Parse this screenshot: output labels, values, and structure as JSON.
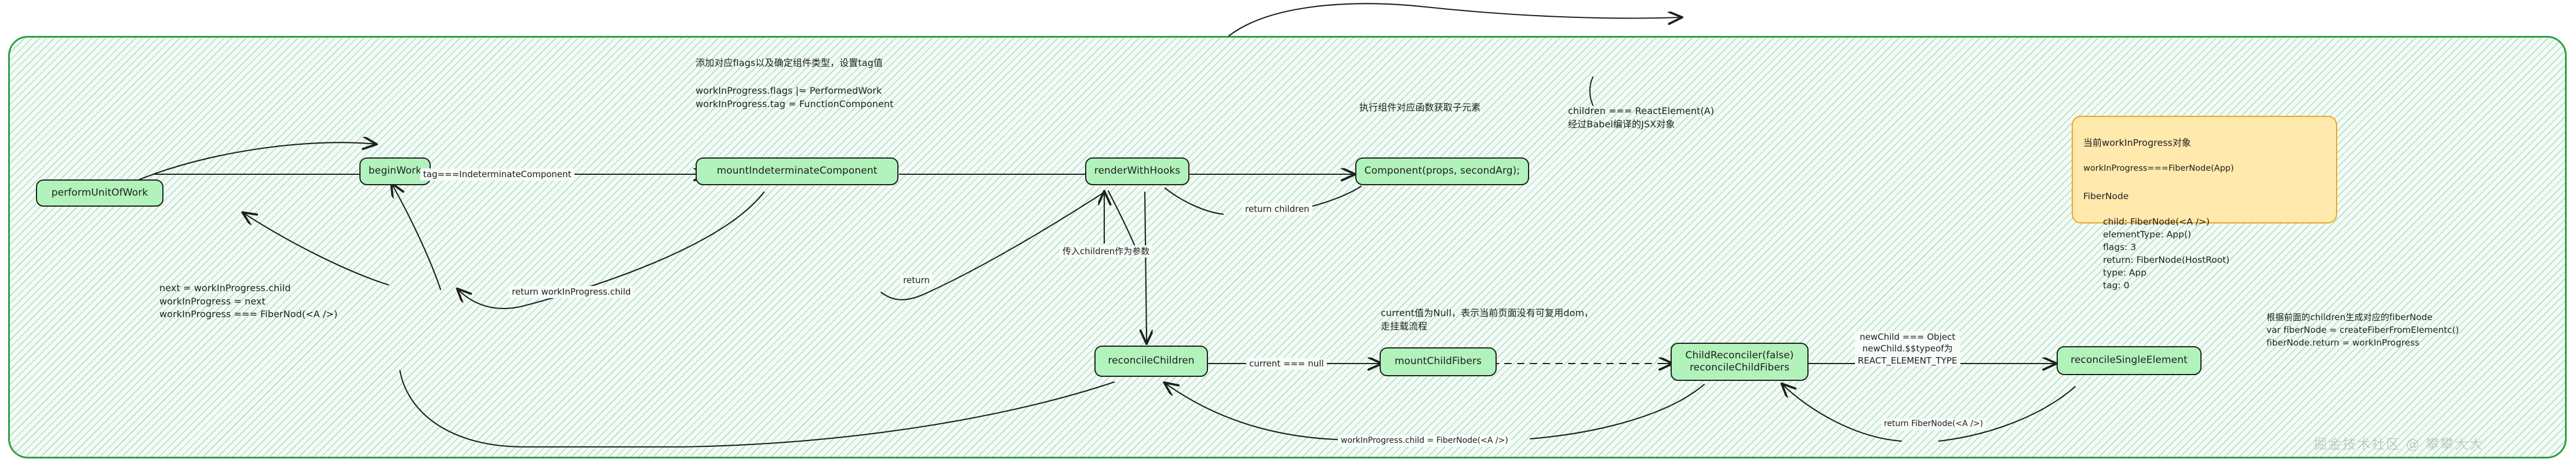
{
  "diagram": {
    "title_watermark": "掘金技术社区 @ 攀攀大大",
    "frame_color": "#2f9e44",
    "node_fill": "#b2f2bb",
    "node_stroke": "#1e1e1e",
    "sticky_fill": "#ffe9ac",
    "sticky_stroke": "#e8a723"
  },
  "nodes": {
    "perform_unit_of_work": "performUnitOfWork",
    "begin_work": "beginWork",
    "mount_indeterminate_component": "mountIndeterminateComponent",
    "render_with_hooks": "renderWithHooks",
    "component_call": "Component(props, secondArg);",
    "reconcile_children": "reconcileChildren",
    "mount_child_fibers": "mountChildFibers",
    "child_reconciler": "ChildReconciler(false)\nreconcileChildFibers",
    "reconcile_single_element": "reconcileSingleElement"
  },
  "edge_labels": {
    "tag_indeterminate": "tag===IndeterminateComponent",
    "return_children": "return children",
    "pass_children_as_arg": "传入children作为参数",
    "return_wip_child_left": "return workInProgress.child",
    "return_label": "return",
    "current_equals_null": "current === null",
    "new_child_object": "newChild === Object\nnewChild.$$typeof为\nREACT_ELEMENT_TYPE",
    "return_fibernode": "return FiberNode(<A />)",
    "wip_child_assign": "workInProgress.child = FiberNode(<A />)"
  },
  "annotations": {
    "next_block": "next = workInProgress.child\nworkInProgress = next\nworkInProgress === FiberNod(<A />)",
    "flags_block": "添加对应flags以及确定组件类型，设置tag值",
    "flags_code": "workInProgress.flags |= PerformedWork\nworkInProgress.tag = FunctionComponent",
    "exec_component": "执行组件对应函数获取子元素",
    "children_react_element": "children === ReactElement(A)\n经过Babel编译的JSX对象",
    "current_null_note": "current值为Null，表示当前页面没有可复用dom，\n走挂载流程",
    "create_fiber_note": "根据前面的children生成对应的fiberNode\nvar fiberNode = createFiberFromElementc()\nfiberNode.return = workInProgress"
  },
  "sticky_note": {
    "title": "当前workInProgress对象",
    "subtitle": "workInProgress===FiberNode(App)",
    "fiber_label": "FiberNode",
    "properties": "child: FiberNode(<A />)\nelementType: App()\nflags: 3\nreturn: FiberNode(HostRoot)\ntype: App\ntag: 0"
  }
}
